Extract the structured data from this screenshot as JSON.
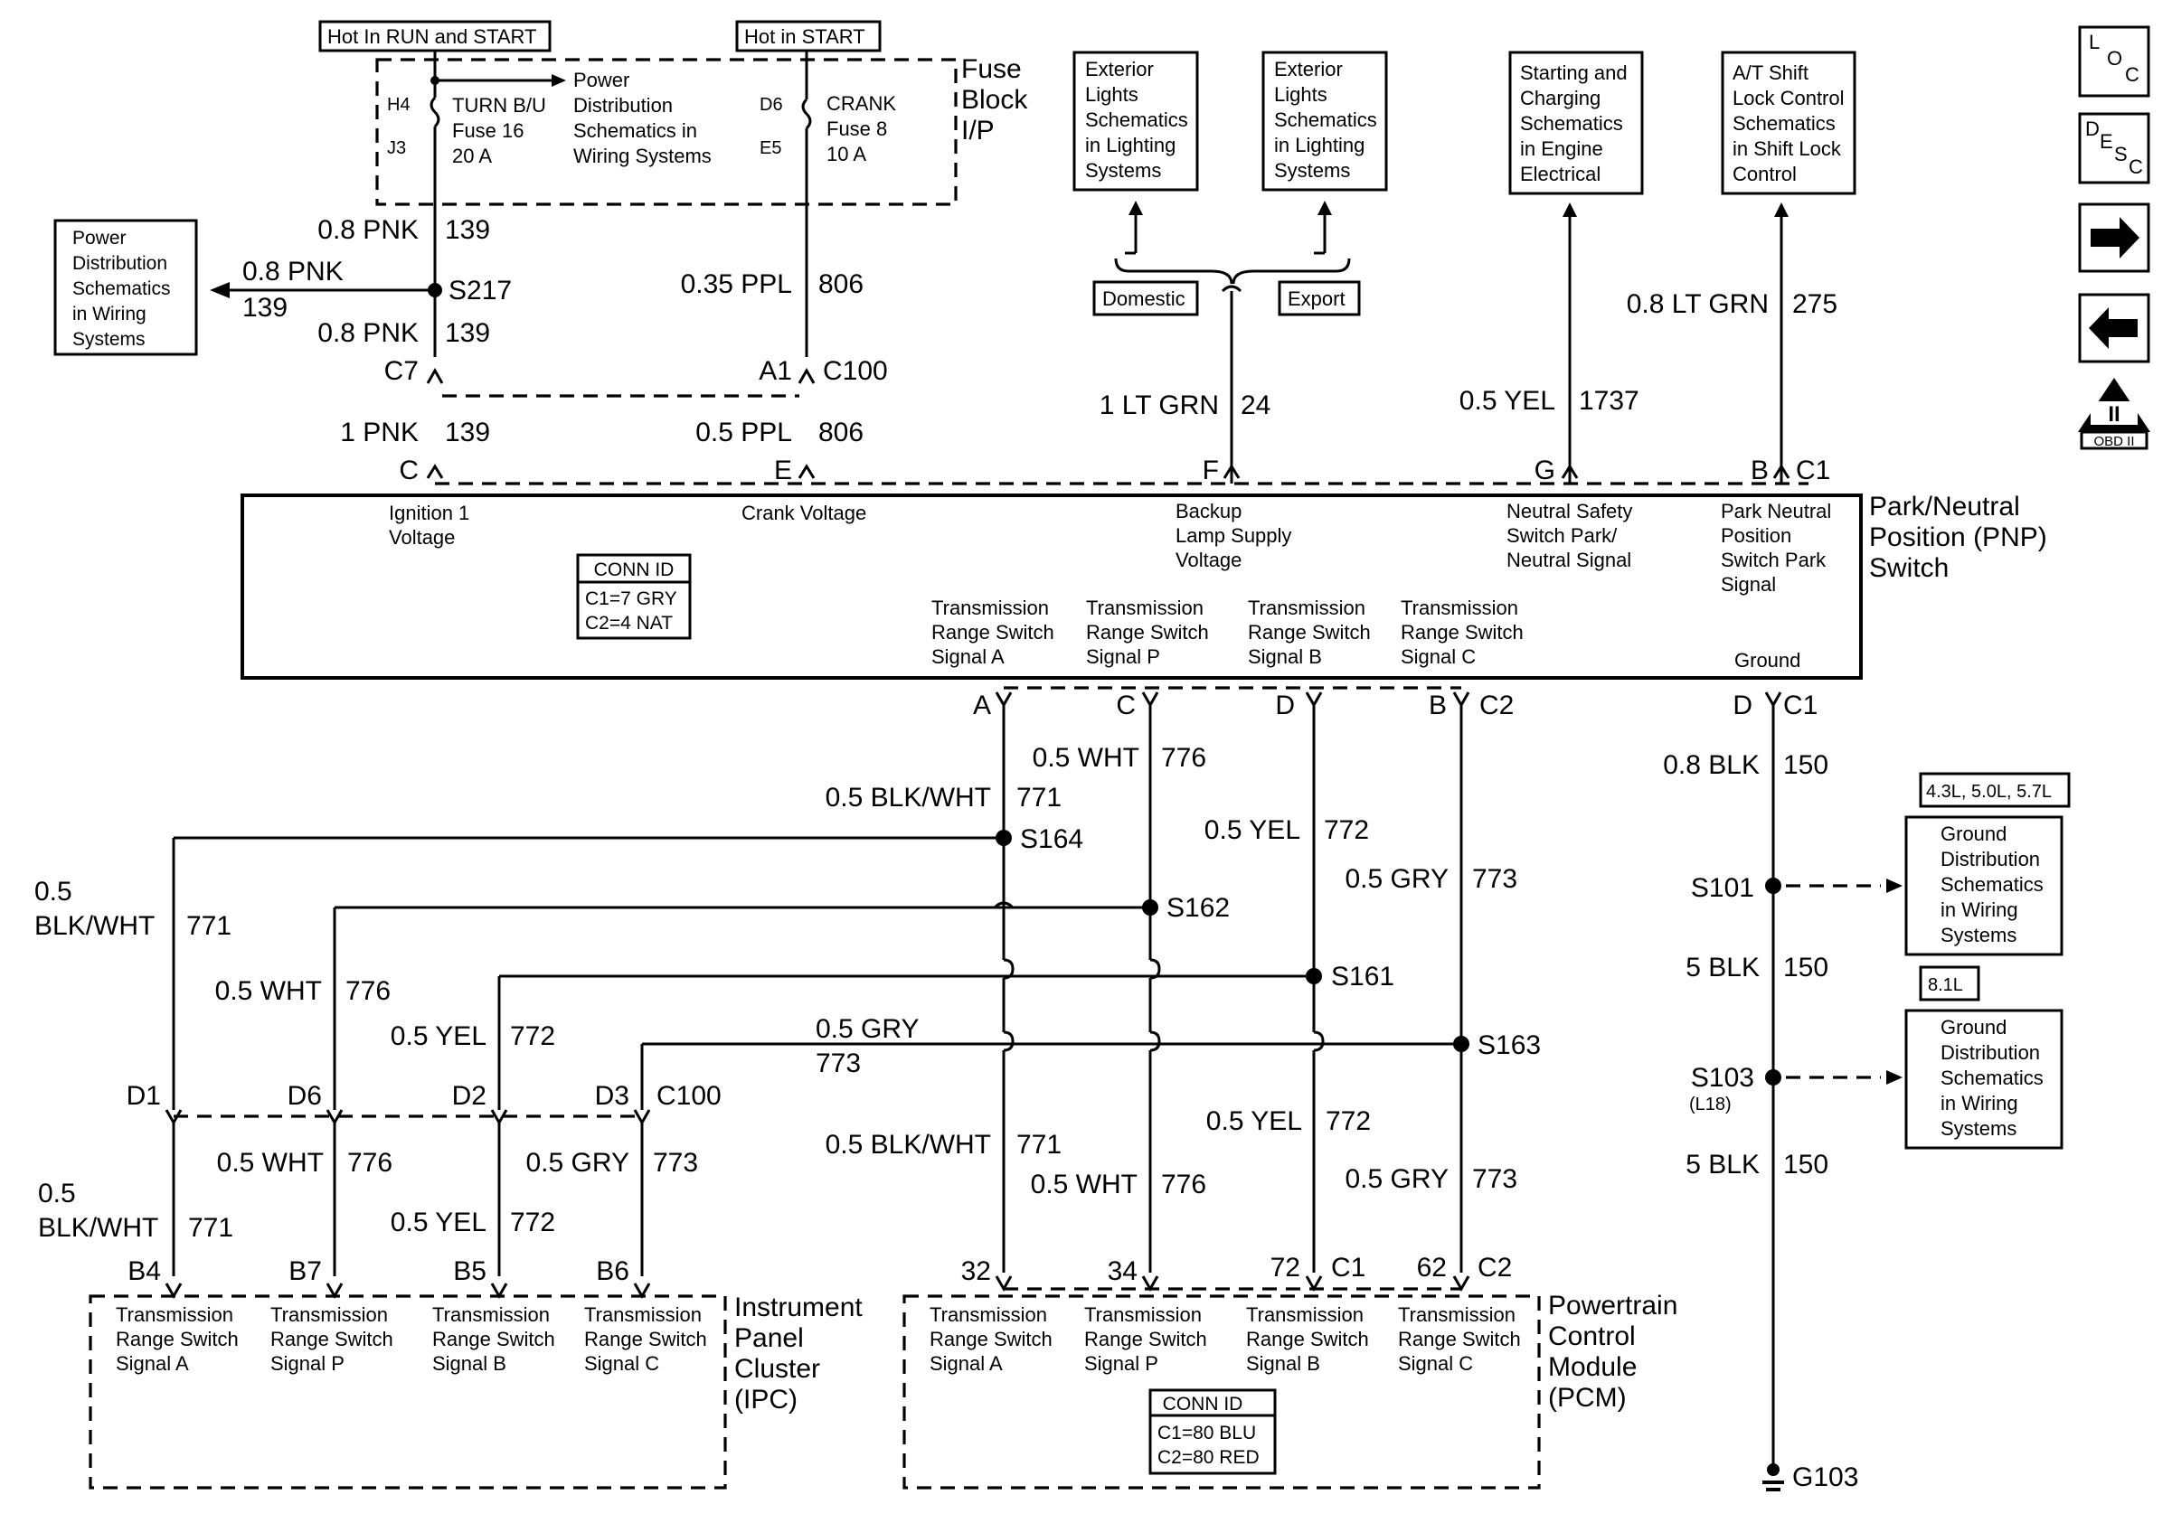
{
  "fuse_block": {
    "hot_run_start": "Hot In RUN and START",
    "hot_start": "Hot in START",
    "title_lines": [
      "Fuse",
      "Block",
      "I/P"
    ],
    "h4": "H4",
    "j3": "J3",
    "d6": "D6",
    "e5": "E5",
    "turn_fuse": [
      "TURN B/U",
      "Fuse 16",
      "20 A"
    ],
    "crank_fuse": [
      "CRANK",
      "Fuse 8",
      "10 A"
    ],
    "power_dist": [
      "Power",
      "Distribution",
      "Schematics in",
      "Wiring Systems"
    ]
  },
  "left_ref": {
    "lines": [
      "Power",
      "Distribution",
      "Schematics",
      "in Wiring",
      "Systems"
    ]
  },
  "wires_top": {
    "c_upper1": "0.8 PNK",
    "c_upper1_num": "139",
    "splice_s217": "S217",
    "branch_label": "0.8 PNK",
    "branch_num": "139",
    "c_upper2": "0.8 PNK",
    "c_upper2_num": "139",
    "c7": "C7",
    "c_lower": "1 PNK",
    "c_lower_num": "139",
    "pin_c": "C",
    "e_upper": "0.35 PPL",
    "e_upper_num": "806",
    "a1": "A1",
    "c100": "C100",
    "e_lower": "0.5 PPL",
    "e_lower_num": "806",
    "pin_e": "E",
    "f_wire": "1 LT GRN",
    "f_num": "24",
    "pin_f": "F",
    "g_wire": "0.5 YEL",
    "g_num": "1737",
    "pin_g": "G",
    "b_wire": "0.8 LT GRN",
    "b_num": "275",
    "pin_b": "B",
    "c1": "C1"
  },
  "top_refs": {
    "ext_lights_1": [
      "Exterior",
      "Lights",
      "Schematics",
      "in Lighting",
      "Systems"
    ],
    "ext_lights_2": [
      "Exterior",
      "Lights",
      "Schematics",
      "in Lighting",
      "Systems"
    ],
    "domestic": "Domestic",
    "export": "Export",
    "starting": [
      "Starting and",
      "Charging",
      "Schematics",
      "in Engine",
      "Electrical"
    ],
    "shift_lock": [
      "A/T Shift",
      "Lock Control",
      "Schematics",
      "in Shift Lock",
      "Control"
    ]
  },
  "side_icons": {
    "loc": [
      "L",
      "O",
      "C"
    ],
    "desc": [
      "D",
      "E",
      "S",
      "C"
    ],
    "obd_numeral": "II",
    "obd_label": "OBD II"
  },
  "pnp": {
    "title": [
      "Park/Neutral",
      "Position (PNP)",
      "Switch"
    ],
    "ignition": [
      "Ignition 1",
      "Voltage"
    ],
    "crank": "Crank Voltage",
    "backup": [
      "Backup",
      "Lamp Supply",
      "Voltage"
    ],
    "neutral_safety": [
      "Neutral Safety",
      "Switch Park/",
      "Neutral Signal"
    ],
    "park_neutral": [
      "Park Neutral",
      "Position",
      "Switch Park",
      "Signal"
    ],
    "conn_id_title": "CONN ID",
    "conn_id": [
      "C1=7 GRY",
      "C2=4 NAT"
    ],
    "trs_a": [
      "Transmission",
      "Range Switch",
      "Signal A"
    ],
    "trs_p": [
      "Transmission",
      "Range Switch",
      "Signal P"
    ],
    "trs_b": [
      "Transmission",
      "Range Switch",
      "Signal B"
    ],
    "trs_c": [
      "Transmission",
      "Range Switch",
      "Signal C"
    ],
    "ground": "Ground"
  },
  "pnp_bottom_pins": {
    "a": "A",
    "c": "C",
    "d": "D",
    "b": "B",
    "c2": "C2",
    "d_gnd": "D",
    "c1_gnd": "C1"
  },
  "middle_wires": {
    "w776_top": "0.5 WHT",
    "w776_top_num": "776",
    "w771_top": "0.5 BLK/WHT",
    "w771_top_num": "771",
    "s164": "S164",
    "w772_top": "0.5 YEL",
    "w772_top_num": "772",
    "w773_top": "0.5 GRY",
    "w773_top_num": "773",
    "s162": "S162",
    "s161": "S161",
    "s163": "S163",
    "left_771_a": "0.5",
    "left_771_b": "BLK/WHT",
    "left_771_num": "771",
    "left_776": "0.5 WHT",
    "left_776_num": "776",
    "left_772": "0.5 YEL",
    "left_772_num": "772",
    "h773_label": "0.5 GRY",
    "h773_num": "773",
    "d1": "D1",
    "d6": "D6",
    "d2": "D2",
    "d3": "D3",
    "c100": "C100",
    "low_776": "0.5 WHT",
    "low_776_num": "776",
    "low_773": "0.5 GRY",
    "low_773_num": "773",
    "low_771_a": "0.5",
    "low_771_b": "BLK/WHT",
    "low_771_num": "771",
    "low_772": "0.5 YEL",
    "low_772_num": "772",
    "pcm_771": "0.5 BLK/WHT",
    "pcm_771_num": "771",
    "pcm_776": "0.5 WHT",
    "pcm_776_num": "776",
    "pcm_772": "0.5 YEL",
    "pcm_772_num": "772",
    "pcm_773": "0.5 GRY",
    "pcm_773_num": "773"
  },
  "ground_path": {
    "w1": "0.8 BLK",
    "w1_num": "150",
    "s101": "S101",
    "w2": "5 BLK",
    "w2_num": "150",
    "s103": "S103",
    "l18": "(L18)",
    "w3": "5 BLK",
    "w3_num": "150",
    "g103": "G103",
    "engines_1": "4.3L, 5.0L, 5.7L",
    "engines_2": "8.1L",
    "ground_dist_1": [
      "Ground",
      "Distribution",
      "Schematics",
      "in Wiring",
      "Systems"
    ],
    "ground_dist_2": [
      "Ground",
      "Distribution",
      "Schematics",
      "in Wiring",
      "Systems"
    ]
  },
  "ipc": {
    "pins": [
      "B4",
      "B7",
      "B5",
      "B6"
    ],
    "title": [
      "Instrument",
      "Panel",
      "Cluster",
      "(IPC)"
    ],
    "trs_a": [
      "Transmission",
      "Range Switch",
      "Signal A"
    ],
    "trs_p": [
      "Transmission",
      "Range Switch",
      "Signal P"
    ],
    "trs_b": [
      "Transmission",
      "Range Switch",
      "Signal B"
    ],
    "trs_c": [
      "Transmission",
      "Range Switch",
      "Signal C"
    ]
  },
  "pcm": {
    "pins": [
      "32",
      "34",
      "72",
      "C1",
      "62",
      "C2"
    ],
    "title": [
      "Powertrain",
      "Control",
      "Module",
      "(PCM)"
    ],
    "trs_a": [
      "Transmission",
      "Range Switch",
      "Signal A"
    ],
    "trs_p": [
      "Transmission",
      "Range Switch",
      "Signal P"
    ],
    "trs_b": [
      "Transmission",
      "Range Switch",
      "Signal B"
    ],
    "trs_c": [
      "Transmission",
      "Range Switch",
      "Signal C"
    ],
    "conn_id_title": "CONN ID",
    "conn_id": [
      "C1=80 BLU",
      "C2=80 RED"
    ]
  }
}
